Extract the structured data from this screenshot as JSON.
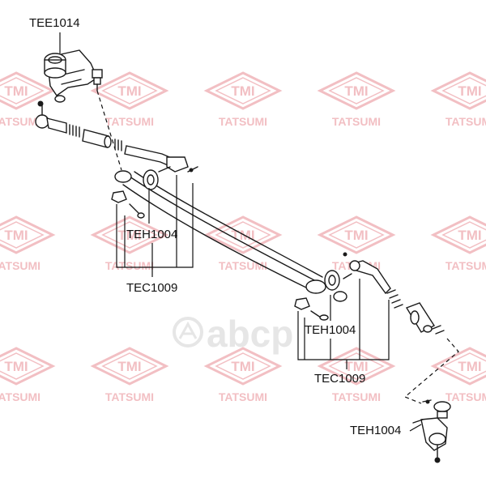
{
  "watermark": {
    "brand": "TMI",
    "name": "TATSUMI",
    "overlay_logo": "abcp",
    "color": "#f2bfc3",
    "overlay_color": "#e6e6e6"
  },
  "labels": {
    "idler_arm": "TEE1014",
    "tie_rod_end_upper": "TEH1004",
    "center_link_upper": "TEC1009",
    "tie_rod_end_middle": "TEH1004",
    "center_link_lower": "TEC1009",
    "tie_rod_end_lower": "TEH1004"
  }
}
